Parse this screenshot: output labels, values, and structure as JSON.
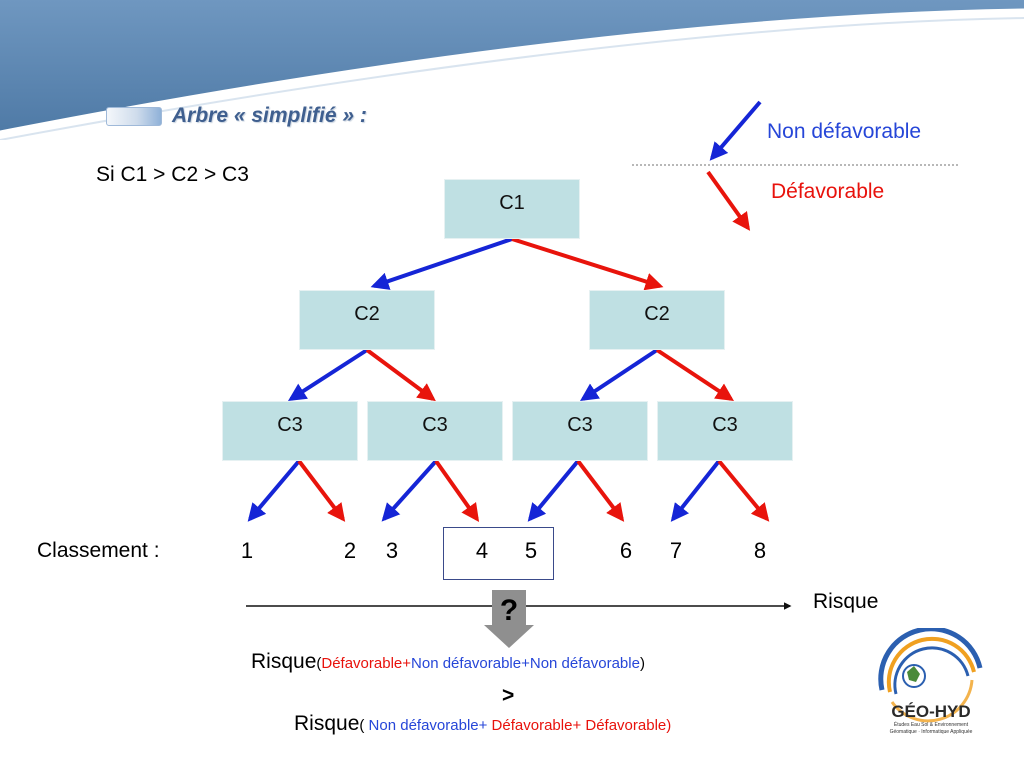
{
  "title": "Arbre « simplifié » :",
  "condition": "Si C1 > C2 > C3",
  "legend": {
    "non_defavorable": "Non défavorable",
    "defavorable": "Défavorable"
  },
  "nodes": {
    "root": "C1",
    "level2": [
      "C2",
      "C2"
    ],
    "level3": [
      "C3",
      "C3",
      "C3",
      "C3"
    ]
  },
  "classement": {
    "label": "Classement :",
    "ranks": [
      "1",
      "2",
      "3",
      "4",
      "5",
      "6",
      "7",
      "8"
    ]
  },
  "axis_label": "Risque",
  "question_mark": "?",
  "comparison": {
    "line1": {
      "prefix": "Risque",
      "open": "(",
      "part1": "Défavorable+",
      "part2": "Non défavorable+Non défavorable",
      "close": ")"
    },
    "gt": ">",
    "line2": {
      "prefix": "Risque",
      "open": "( ",
      "part1": "Non défavorable+",
      "part2": " Défavorable+ Défavorable)"
    }
  },
  "logo_text": {
    "name": "GÉO-HYD",
    "line1": "Études Eau Sol & Environnement",
    "line2": "Géomatique · Informatique Appliquée"
  },
  "colors": {
    "blue_arrow": "#1525d6",
    "red_arrow": "#e8140c",
    "node_fill": "#bfe0e3",
    "title": "#3f5f8f"
  }
}
